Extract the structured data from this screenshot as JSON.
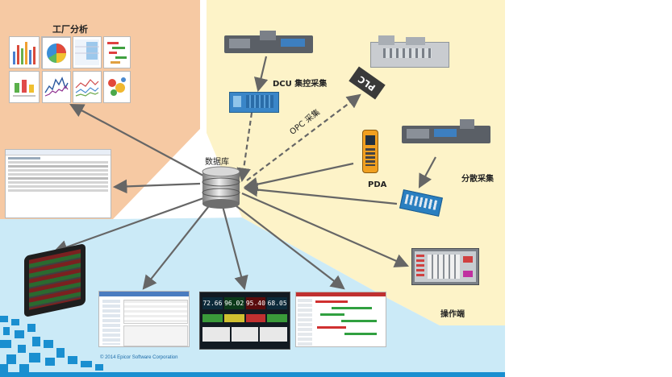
{
  "labels": {
    "factory_analysis": "工厂分析",
    "database": "数据库",
    "dcu": "DCU 集控采集",
    "opc": "OPC 采集",
    "plc": "PLC",
    "pda": "PDA",
    "scattered": "分散采集",
    "operator": "操作端"
  },
  "footer": {
    "copyright": "© 2014 Epicor Software Corporation"
  },
  "dashboard": {
    "readings": [
      "72.66",
      "96.02",
      "95.40",
      "68.05"
    ]
  },
  "colors": {
    "factory_bg": "#f6c9a3",
    "collection_bg": "#fdf3c8",
    "client_bg": "#cbeaf7",
    "arrow": "#666666",
    "brand_blue": "#1a8fd0"
  }
}
